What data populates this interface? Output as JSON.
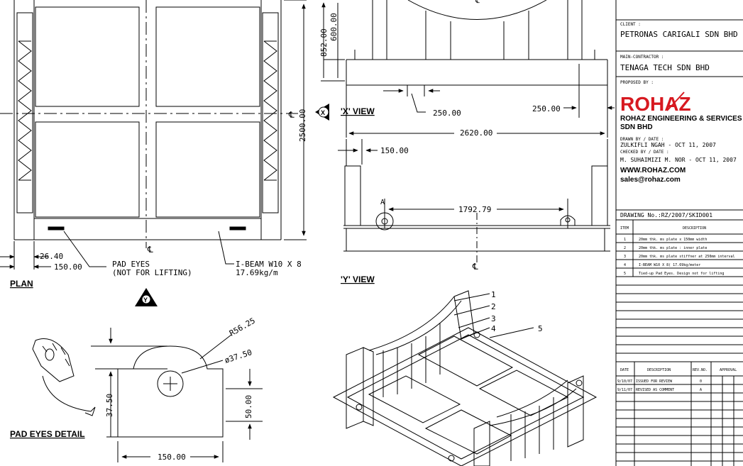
{
  "plan": {
    "title": "PLAN",
    "centerline_mark": "℄",
    "dim_vertical_total": "2500.00",
    "dim_left_offset": "26.40",
    "dim_left_width": "150.00",
    "pad_eyes_note_line1": "PAD EYES",
    "pad_eyes_note_line2": "(NOT FOR LIFTING)",
    "ibeam_note_line1": "I-BEAM W10 X 8",
    "ibeam_note_line2": "17.69kg/m",
    "x_view_marker": "X",
    "y_view_marker": "Y"
  },
  "x_view": {
    "title": "'X' VIEW",
    "dim_852": "852.00",
    "dim_600": "600.00",
    "dim_250_left": "250.00",
    "dim_250_right": "250.00",
    "dim_2620": "2620.00",
    "dim_150": "150.00",
    "centerline_mark": "℄"
  },
  "y_view": {
    "title": "'Y' VIEW",
    "dim_1792": "1792.79",
    "detail_marker": "A",
    "centerline_mark": "℄"
  },
  "iso": {
    "callouts": [
      "1",
      "2",
      "3",
      "4",
      "5"
    ]
  },
  "pad_detail": {
    "title": "PAD EYES DETAIL",
    "radius": "R56.25",
    "diameter": "ø37.50",
    "height_left": "37.50",
    "height_right": "50.00",
    "width": "150.00"
  },
  "title_block": {
    "client_label": "CLIENT :",
    "client_value": "PETRONAS CARIGALI SDN BHD",
    "contractor_label": "MAIN-CONTRACTOR :",
    "contractor_value": "TENAGA TECH SDN BHD",
    "proposed_label": "PROPOSED BY :",
    "logo_text": "ROHAZ",
    "company_line1": "ROHAZ ENGINEERING & SERVICES",
    "company_line2": "SDN BHD",
    "drawn_label": "DRAWN BY / DATE :",
    "drawn_value": "ZULKIFLI NGAH - OCT 11, 2007",
    "checked_label": "CHECKED BY / DATE :",
    "checked_value": "M. SUHAIMIZI M. NOR - OCT 11, 2007",
    "website": "WWW.ROHAZ.COM",
    "email": "sales@rohaz.com",
    "drawing_no": "DRAWING No.:RZ/2007/SKID001",
    "item_header": "ITEM",
    "desc_header": "DESCRIPTION",
    "items": [
      {
        "no": "1",
        "desc": "20mm thk. ms plate x 150mm width"
      },
      {
        "no": "2",
        "desc": "20mm thk. ms plate : inner plate"
      },
      {
        "no": "3",
        "desc": "20mm thk. ms plate stiffner at 250mm interval"
      },
      {
        "no": "4",
        "desc": "I-BEAM W10 X 8( 17.69kg/meter"
      },
      {
        "no": "5",
        "desc": "Tied-up Pad Eyes. Design not for lifting"
      }
    ],
    "rev_headers": [
      "DATE",
      "DESCRIPTION",
      "REV.NO.",
      "APPROVAL"
    ],
    "revisions": [
      {
        "date": "9/10/07",
        "desc": "ISSUED FOR REVIEW",
        "rev": "0"
      },
      {
        "date": "9/11/07",
        "desc": "REVISED AS COMMENT",
        "rev": "A"
      }
    ]
  }
}
